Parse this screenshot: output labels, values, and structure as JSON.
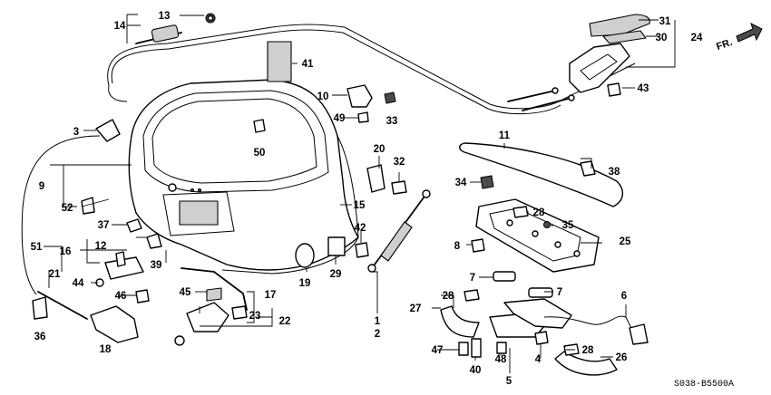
{
  "part_numbers": {
    "p1": "1",
    "p2": "2",
    "p3": "3",
    "p4": "4",
    "p5": "5",
    "p6": "6",
    "p7": "7",
    "p8": "8",
    "p9": "9",
    "p10": "10",
    "p11": "11",
    "p12": "12",
    "p13": "13",
    "p14": "14",
    "p15": "15",
    "p16": "16",
    "p17": "17",
    "p18": "18",
    "p19": "19",
    "p20": "20",
    "p21": "21",
    "p22": "22",
    "p23": "23",
    "p24": "24",
    "p25": "25",
    "p26": "26",
    "p27": "27",
    "p28": "28",
    "p29": "29",
    "p30": "30",
    "p31": "31",
    "p32": "32",
    "p33": "33",
    "p34": "34",
    "p35": "35",
    "p36": "36",
    "p37": "37",
    "p38": "38",
    "p39": "39",
    "p40": "40",
    "p41": "41",
    "p42": "42",
    "p43": "43",
    "p44": "44",
    "p45": "45",
    "p46": "46",
    "p47": "47",
    "p48": "48",
    "p49": "49",
    "p50": "50",
    "p51": "51",
    "p52": "52"
  },
  "front_indicator": "FR.",
  "diagram_code": "S038-B5500A"
}
